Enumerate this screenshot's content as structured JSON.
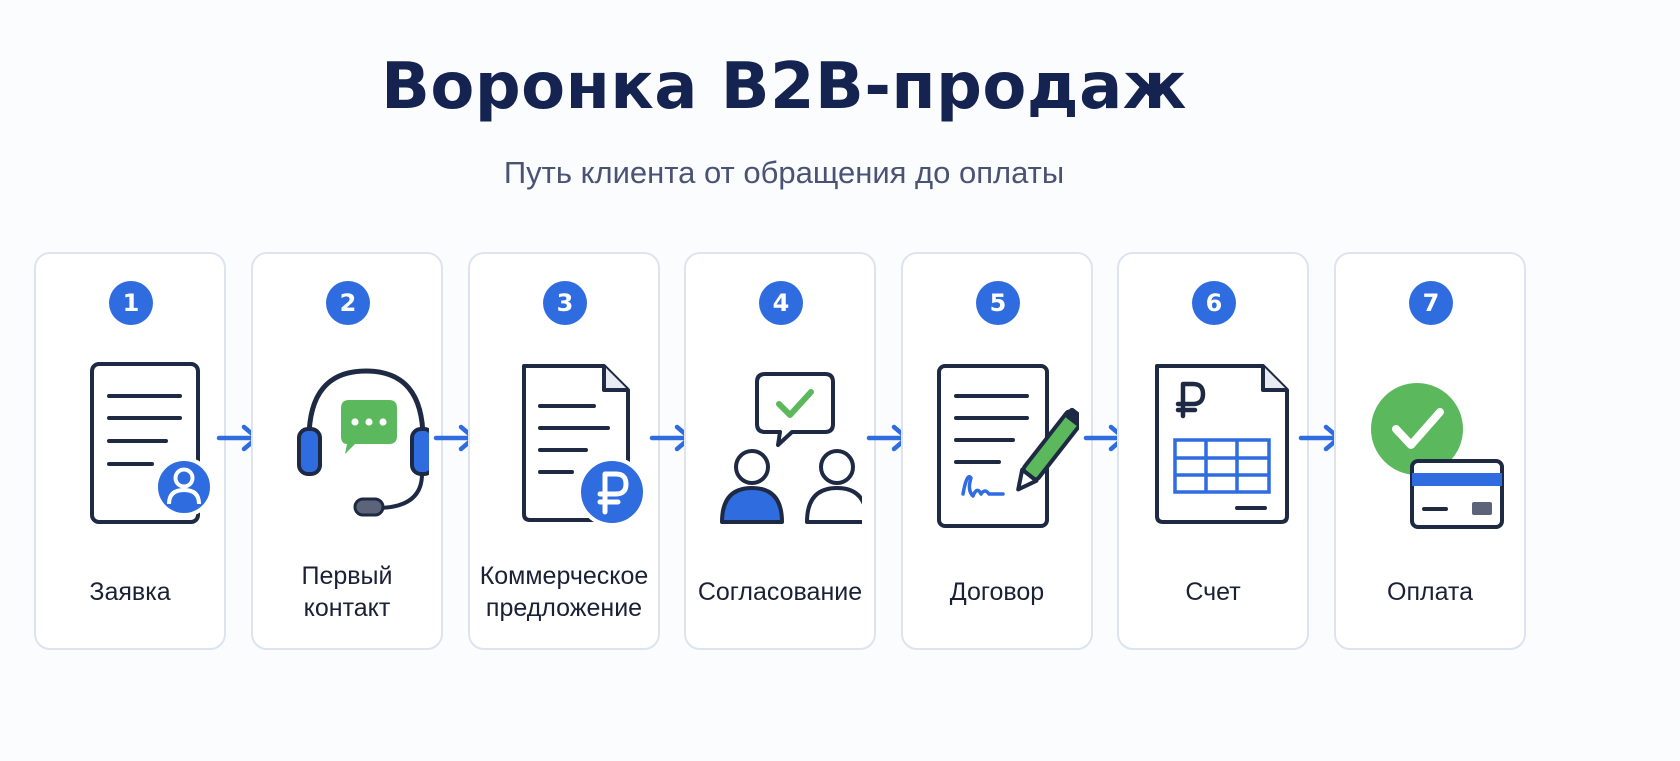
{
  "title": "Воронка B2B-продаж",
  "subtitle": "Путь клиента от обращения до оплаты",
  "colors": {
    "accent": "#2f6ce0",
    "dark": "#1e2a44",
    "green": "#5cb85c",
    "card_border": "#dde3ef"
  },
  "steps": [
    {
      "number": "1",
      "label": "Заявка",
      "icon": "document-user-icon"
    },
    {
      "number": "2",
      "label": "Первый\nконтакт",
      "icon": "headset-chat-icon"
    },
    {
      "number": "3",
      "label": "Коммерческое\nпредложение",
      "icon": "document-ruble-icon"
    },
    {
      "number": "4",
      "label": "Согласование",
      "icon": "people-approval-icon"
    },
    {
      "number": "5",
      "label": "Договор",
      "icon": "contract-signature-icon"
    },
    {
      "number": "6",
      "label": "Счет",
      "icon": "invoice-ruble-icon"
    },
    {
      "number": "7",
      "label": "Оплата",
      "icon": "payment-card-check-icon"
    }
  ],
  "arrow_icon": "arrow-right-icon"
}
